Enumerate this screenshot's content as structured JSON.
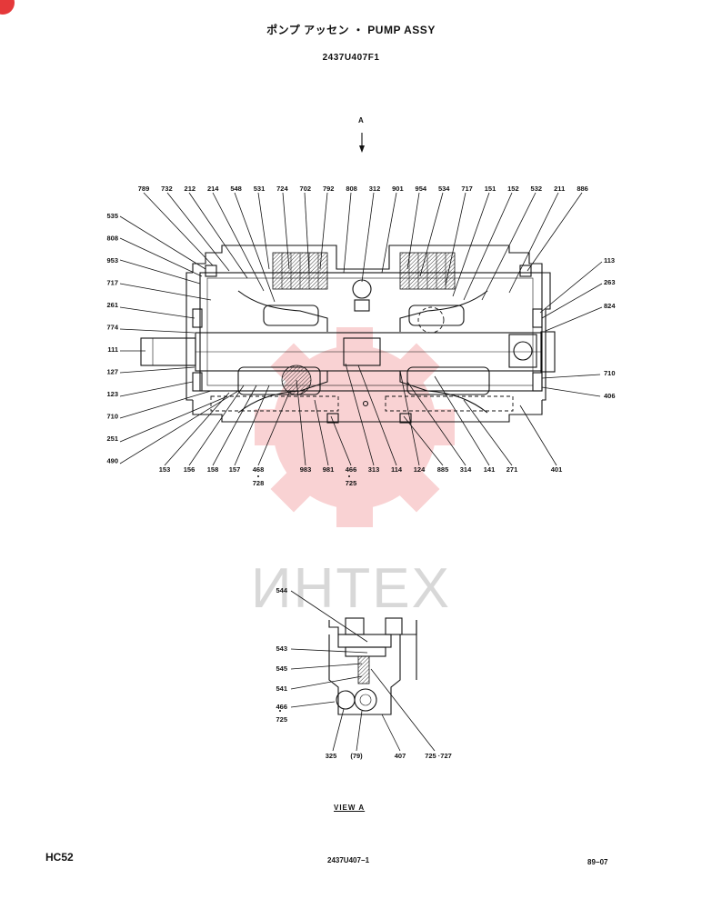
{
  "header": {
    "title": "ポンプ アッセン ・ PUMP ASSY",
    "drawing_number": "2437U407F1"
  },
  "view_arrow": {
    "label": "A"
  },
  "watermark": {
    "text": "ИНТЕХ",
    "color": "#e5393a"
  },
  "main_view": {
    "top_labels": [
      "789",
      "732",
      "212",
      "214",
      "548",
      "531",
      "724",
      "702",
      "792",
      "808",
      "312",
      "901",
      "954",
      "534",
      "717",
      "151",
      "152",
      "532",
      "211",
      "886"
    ],
    "left_labels": [
      "535",
      "808",
      "953",
      "717",
      "261",
      "774",
      "111",
      "127",
      "123",
      "710",
      "251",
      "490"
    ],
    "right_labels": [
      "113",
      "263",
      "824",
      "710",
      "406"
    ],
    "bottom_labels": [
      "153",
      "156",
      "158",
      "157",
      "468",
      "728",
      "983",
      "981",
      "466",
      "725",
      "313",
      "114",
      "124",
      "885",
      "314",
      "141",
      "271",
      "401"
    ]
  },
  "view_a": {
    "caption": "VIEW A",
    "left_labels": [
      "544",
      "543",
      "545",
      "541",
      "466",
      "725"
    ],
    "bottom_labels": [
      "325",
      "(79)",
      "407",
      "725 ·727"
    ]
  },
  "footer": {
    "model": "HC52",
    "page_code": "2437U407−1",
    "date": "89−07"
  }
}
